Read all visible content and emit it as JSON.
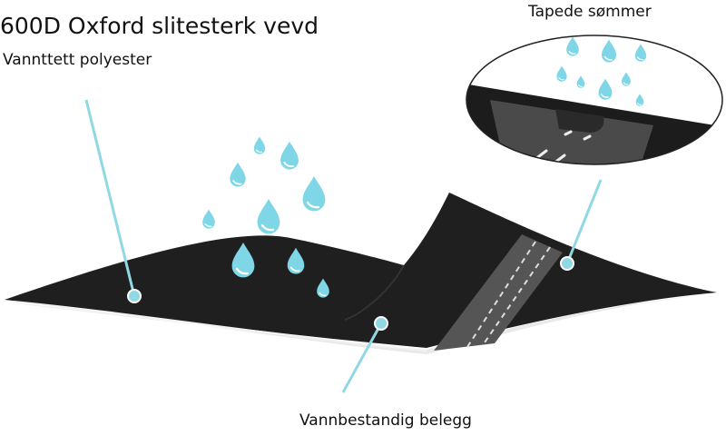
{
  "labels": {
    "title": "600D Oxford slitesterk vevd",
    "polyester": "Vannttett polyester",
    "seams": "Tapede sømmer",
    "coating": "Vannbestandig belegg"
  },
  "colors": {
    "drop": "#7ed6e6",
    "callout": "#8fd8e4",
    "fabric": "#1f1f1f",
    "seam_band": "#555555"
  }
}
